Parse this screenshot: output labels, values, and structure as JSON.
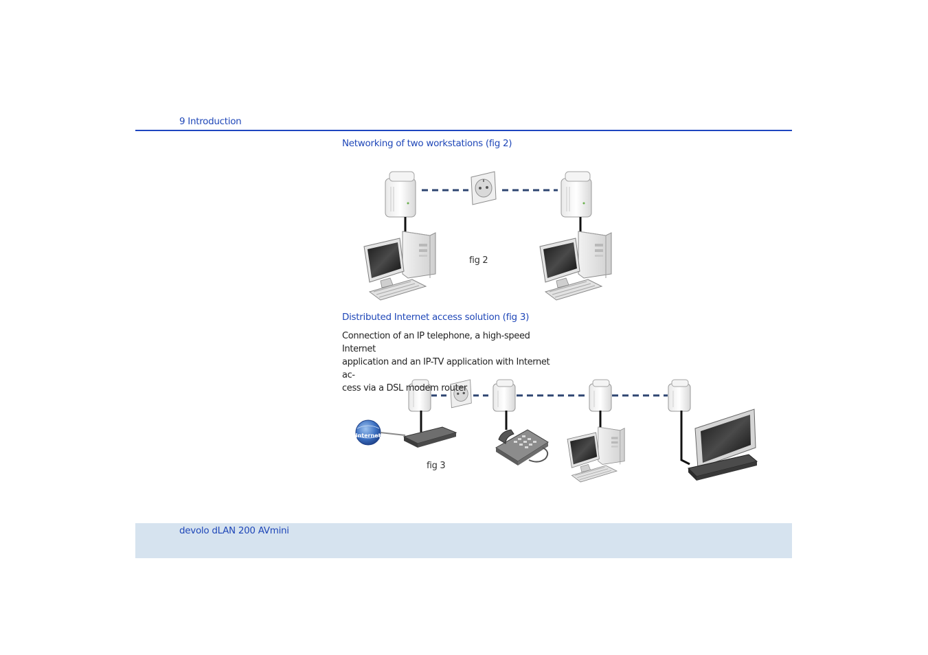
{
  "header": {
    "section": "9 Introduction"
  },
  "section1": {
    "heading": "Networking of two workstations (fig 2)",
    "figure_label": "fig 2"
  },
  "section2": {
    "heading": "Distributed Internet access solution (fig 3)",
    "body_lines": [
      "Connection of an IP telephone, a high-speed Internet",
      "application and an IP-TV application with Internet ac-",
      "cess via a DSL modem router"
    ],
    "figure_label": "fig 3",
    "globe_label": "Internet"
  },
  "footer": {
    "product": "devolo dLAN 200 AVmini"
  },
  "colors": {
    "accent": "#1f47b8",
    "rule": "#1e45c0",
    "footer_bg": "#d6e3ef",
    "dash": "#2d4470"
  }
}
